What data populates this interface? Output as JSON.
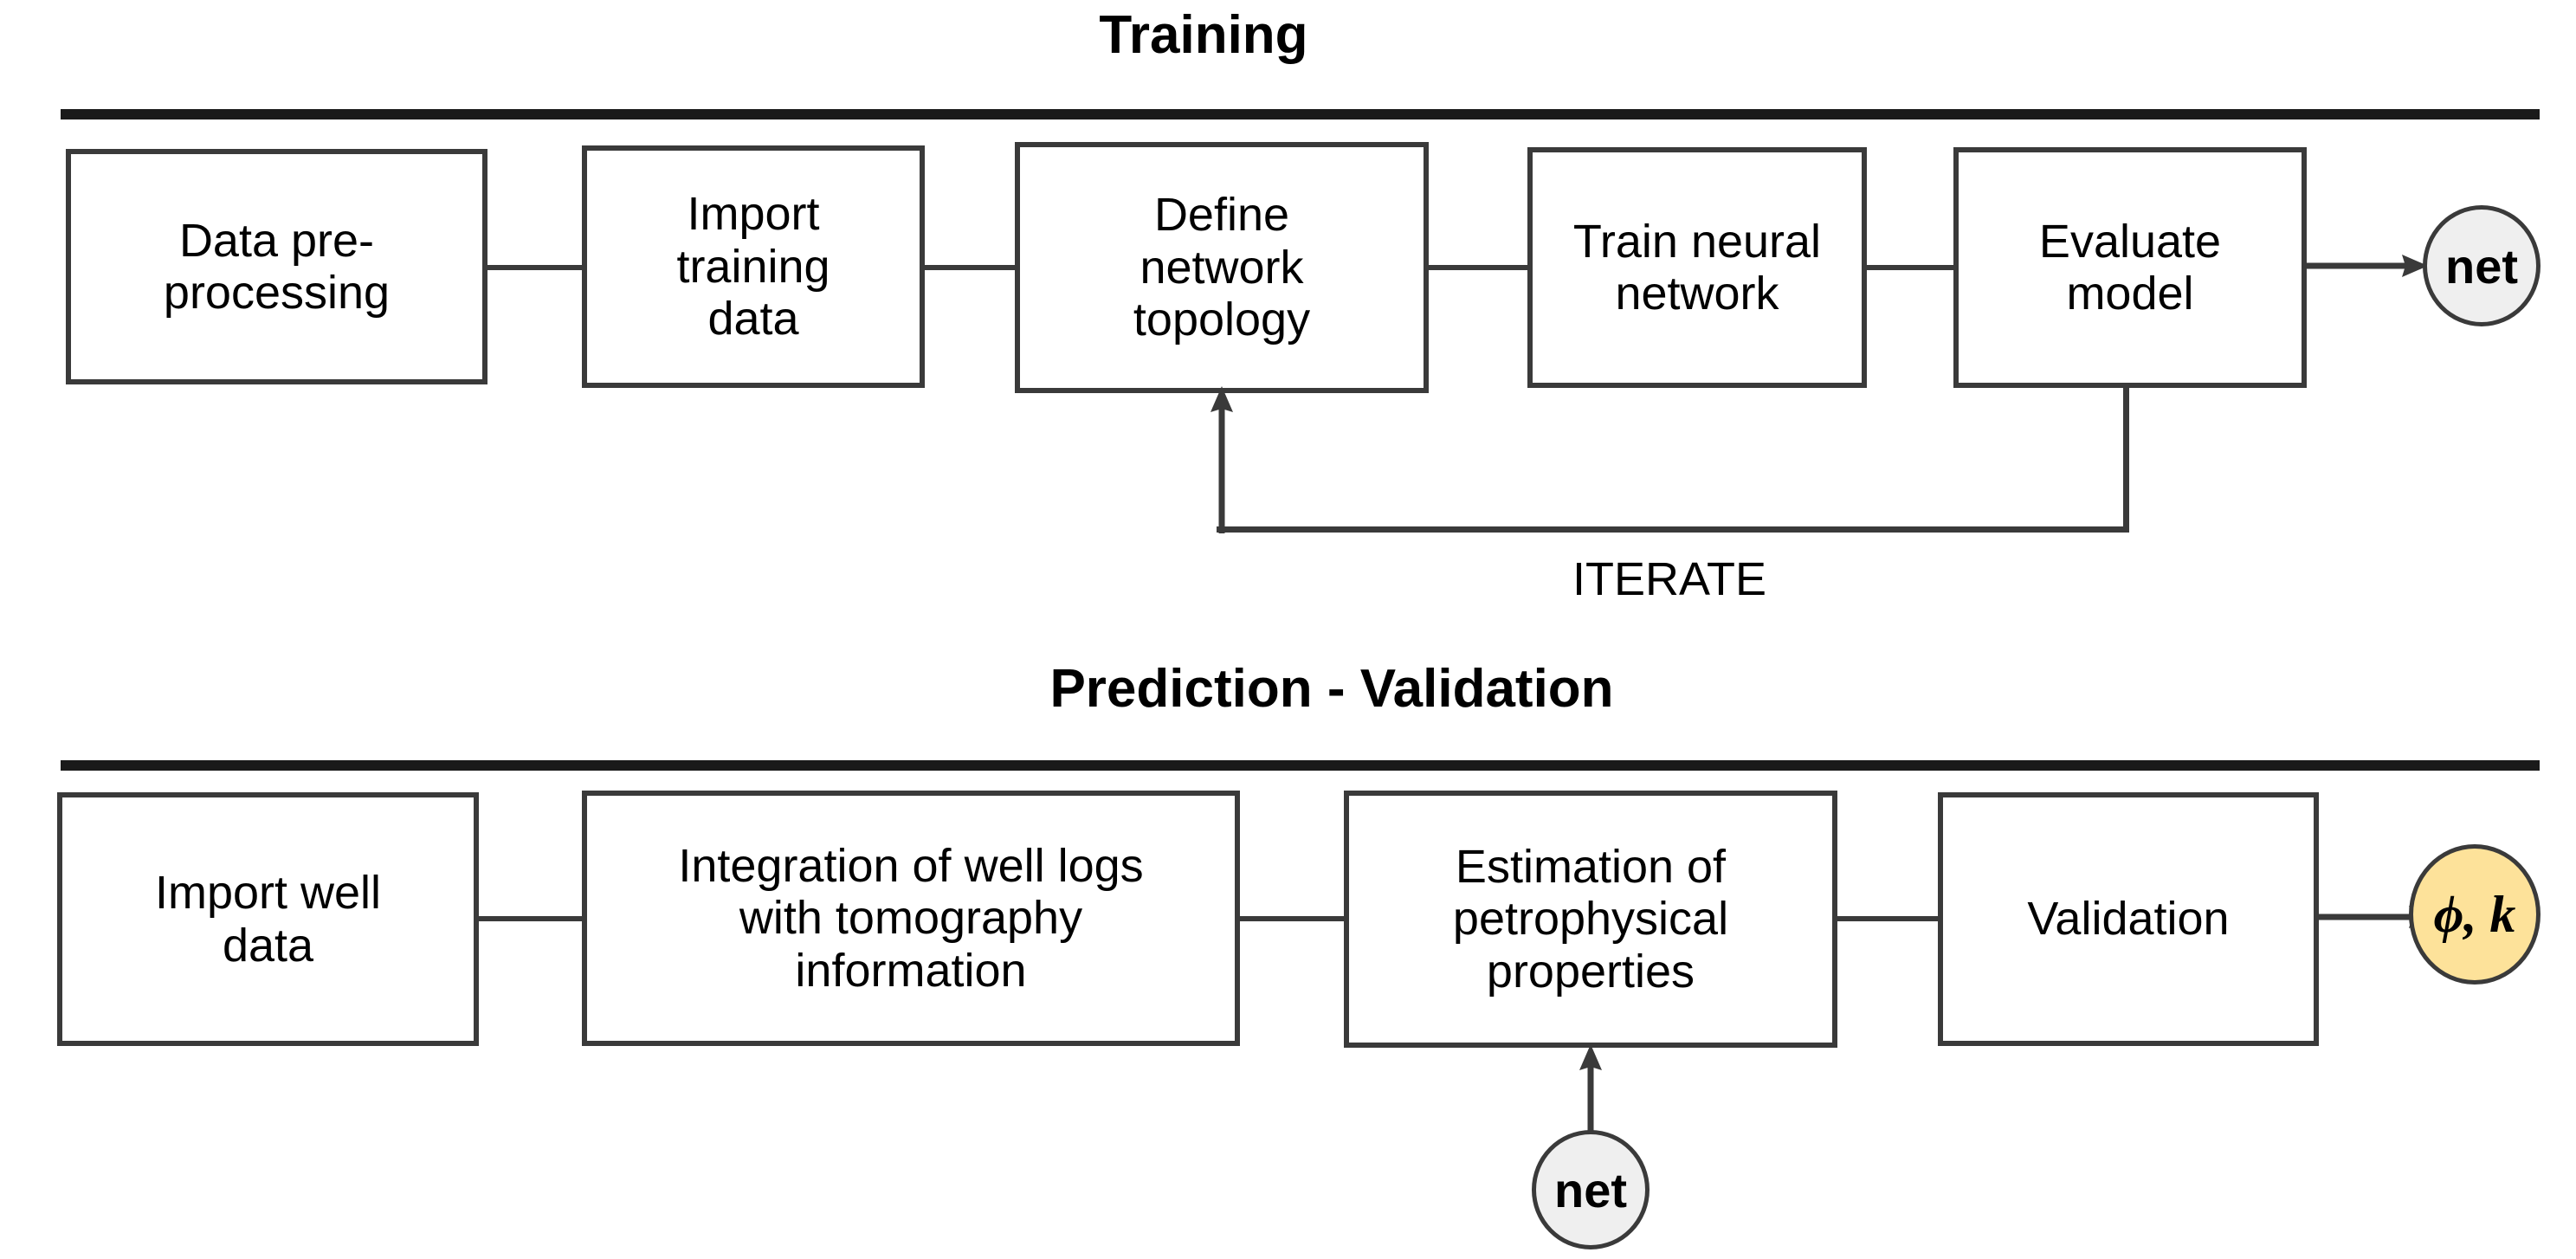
{
  "figure": {
    "kind": "flowchart",
    "background_color": "#ffffff",
    "box_border_color": "#3a3a3a",
    "divider_color": "#1a1a1a",
    "net_circle_fill": "#efefef",
    "phi_circle_fill": "#fde29a"
  },
  "training": {
    "title": "Training",
    "steps": [
      {
        "id": "data-pre-processing",
        "label": "Data pre-\nprocessing"
      },
      {
        "id": "import-training-data",
        "label": "Import\ntraining\ndata"
      },
      {
        "id": "define-network-topology",
        "label": "Define\nnetwork\ntopology"
      },
      {
        "id": "train-neural-network",
        "label": "Train neural\nnetwork"
      },
      {
        "id": "evaluate-model",
        "label": "Evaluate\nmodel"
      }
    ],
    "output": {
      "id": "net-output",
      "label": "net"
    },
    "loop_label": "ITERATE"
  },
  "prediction": {
    "title": "Prediction - Validation",
    "steps": [
      {
        "id": "import-well-data",
        "label": "Import well\ndata"
      },
      {
        "id": "integration-well-logs",
        "label": "Integration of well logs\nwith tomography\ninformation"
      },
      {
        "id": "estimation-petrophysical",
        "label": "Estimation of\npetrophysical\nproperties"
      },
      {
        "id": "validation",
        "label": "Validation"
      }
    ],
    "input": {
      "id": "net-input",
      "label": "net"
    },
    "output": {
      "id": "phi-k-output",
      "label": "ϕ, k"
    }
  }
}
